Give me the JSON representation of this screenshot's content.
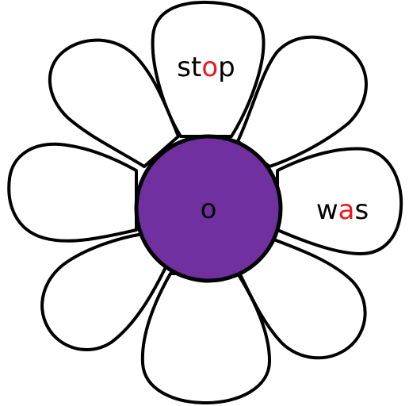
{
  "colors": {
    "petal_fill": "#ffffff",
    "outline": "#000000",
    "center_fill": "#7030a0",
    "highlight_letter": "#e8191f",
    "plain_letter": "#000000"
  },
  "center": {
    "letter": "o"
  },
  "petal_words": {
    "top": {
      "before": "st",
      "highlight": "o",
      "after": "p"
    },
    "right": {
      "before": "w",
      "highlight": "a",
      "after": "s"
    }
  }
}
